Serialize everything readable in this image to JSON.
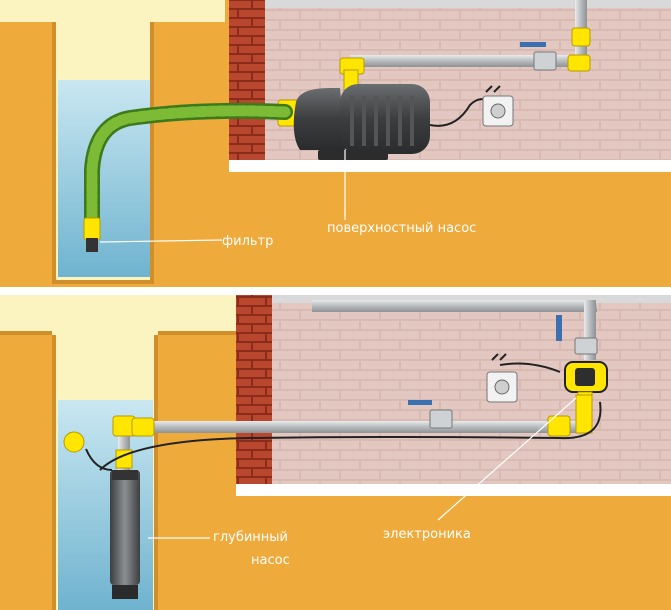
{
  "labels": {
    "filter": "фильтр",
    "surface_pump": "поверхностный насос",
    "deep_pump_line1": "глубинный",
    "deep_pump_line2": "насос",
    "electronics": "электроника"
  },
  "colors": {
    "background": "#eeaa3a",
    "sky": "#fbf3c0",
    "water": "#a9d9ea",
    "brick": "#b5442d",
    "wall": "#dcbcb6",
    "pipe": "#c2c6c8",
    "fitting": "#ffe500",
    "hose": "#6fb02f",
    "label_text": "#ffffff"
  }
}
